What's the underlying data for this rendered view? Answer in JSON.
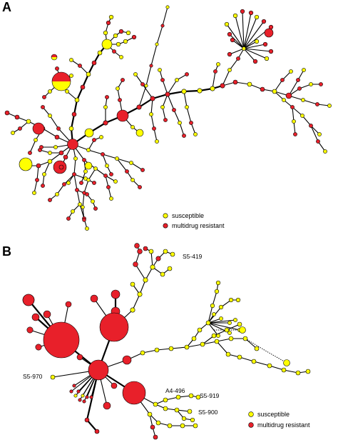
{
  "panels": [
    {
      "letter": "A",
      "legend": [
        {
          "label": "susceptible",
          "color": "#ffff00"
        },
        {
          "label": "multidrug resistant",
          "color": "#e8202a"
        }
      ]
    },
    {
      "letter": "B",
      "legend": [
        {
          "label": "susceptible",
          "color": "#ffff00"
        },
        {
          "label": "multidrug resistant",
          "color": "#e8202a"
        }
      ],
      "labels": [
        "S5-419",
        "S5-970",
        "A4-496",
        "S5-919",
        "S5-900"
      ]
    }
  ],
  "colors": {
    "susceptible": "#ffff00",
    "resistant": "#e8202a",
    "edge": "#000000"
  }
}
